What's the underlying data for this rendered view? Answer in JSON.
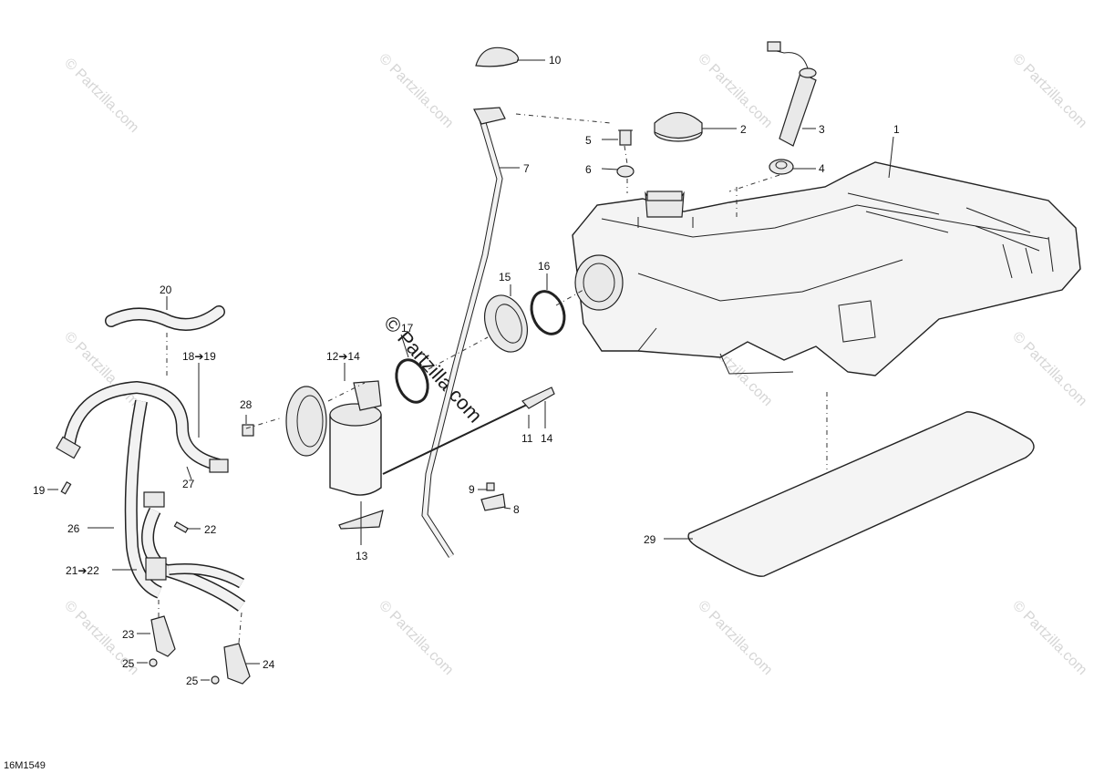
{
  "diagram_code": "16M1549",
  "watermark": {
    "text": "© Partzilla.com",
    "center_text": "© Partzilla.com"
  },
  "callouts": [
    {
      "id": "c1",
      "text": "1"
    },
    {
      "id": "c2",
      "text": "2"
    },
    {
      "id": "c3",
      "text": "3"
    },
    {
      "id": "c4",
      "text": "4"
    },
    {
      "id": "c5",
      "text": "5"
    },
    {
      "id": "c6",
      "text": "6"
    },
    {
      "id": "c7",
      "text": "7"
    },
    {
      "id": "c8",
      "text": "8"
    },
    {
      "id": "c9",
      "text": "9"
    },
    {
      "id": "c10",
      "text": "10"
    },
    {
      "id": "c11",
      "text": "11"
    },
    {
      "id": "c12",
      "text": "12➔14"
    },
    {
      "id": "c13",
      "text": "13"
    },
    {
      "id": "c14",
      "text": "14"
    },
    {
      "id": "c15",
      "text": "15"
    },
    {
      "id": "c16",
      "text": "16"
    },
    {
      "id": "c17",
      "text": "17"
    },
    {
      "id": "c18",
      "text": "18➔19"
    },
    {
      "id": "c19",
      "text": "19"
    },
    {
      "id": "c20",
      "text": "20"
    },
    {
      "id": "c21",
      "text": "21➔22"
    },
    {
      "id": "c22",
      "text": "22"
    },
    {
      "id": "c23",
      "text": "23"
    },
    {
      "id": "c24",
      "text": "24"
    },
    {
      "id": "c25a",
      "text": "25"
    },
    {
      "id": "c25b",
      "text": "25"
    },
    {
      "id": "c26",
      "text": "26"
    },
    {
      "id": "c27",
      "text": "27"
    },
    {
      "id": "c28",
      "text": "28"
    },
    {
      "id": "c29",
      "text": "29"
    }
  ]
}
